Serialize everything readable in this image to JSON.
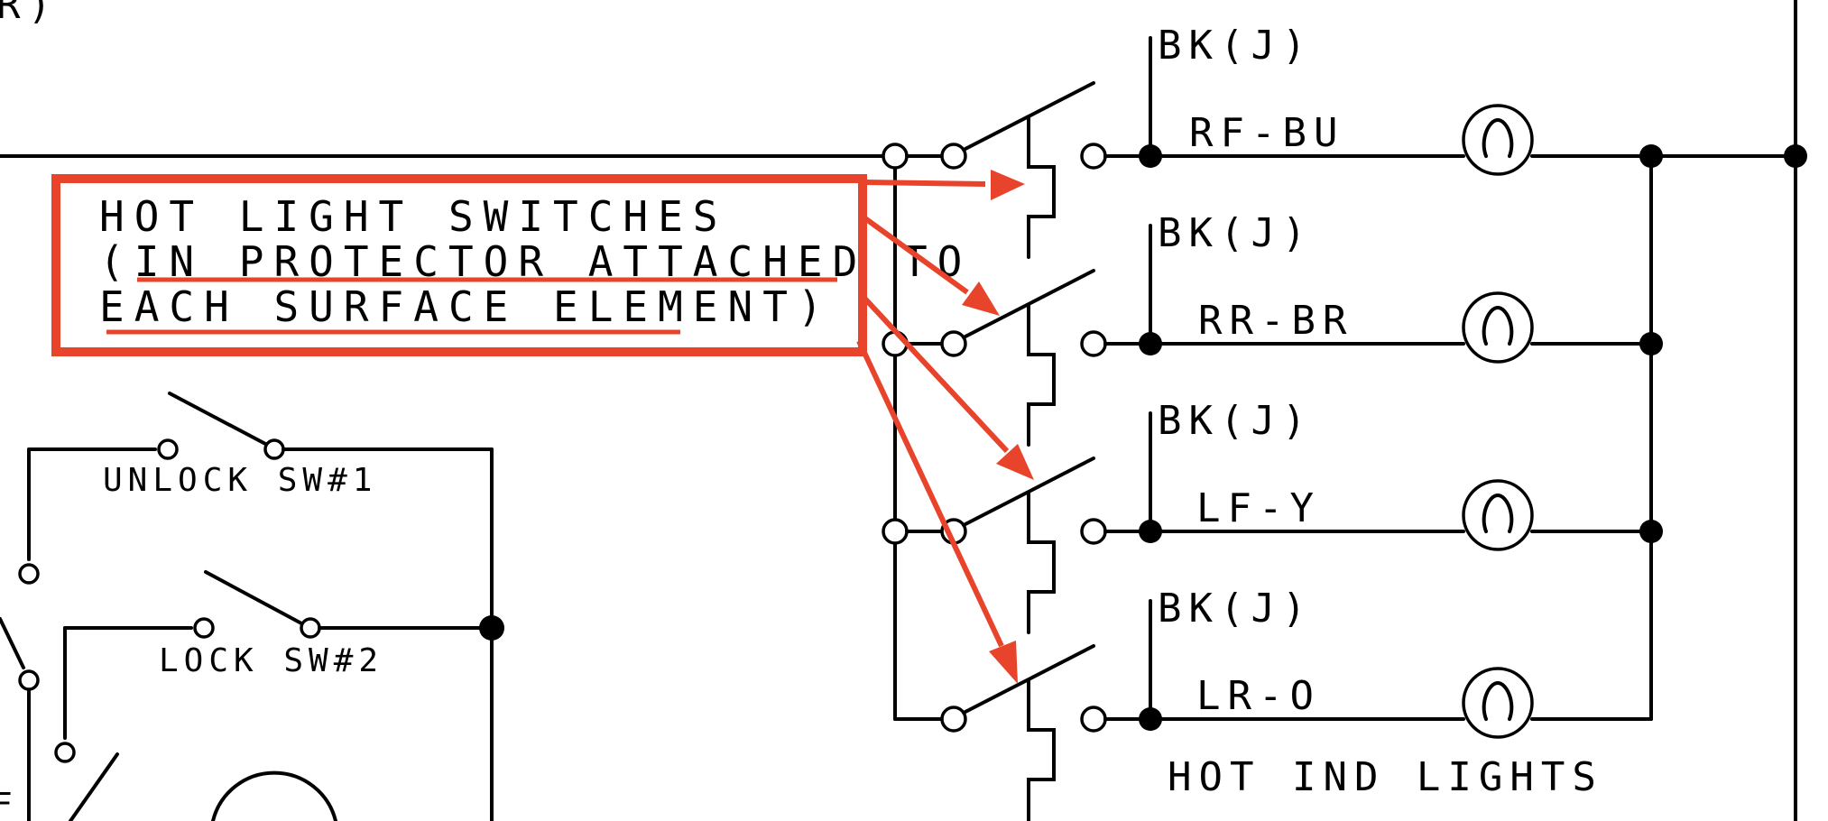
{
  "corner_fragment": "R)",
  "annotation": {
    "line1": "HOT LIGHT SWITCHES",
    "line2": "(IN PROTECTOR ATTACHED TO",
    "line3": "EACH SURFACE ELEMENT)",
    "color": "#e8432b"
  },
  "lights": [
    {
      "tap": "BK(J)",
      "label": "RF-BU"
    },
    {
      "tap": "BK(J)",
      "label": "RR-BR"
    },
    {
      "tap": "BK(J)",
      "label": "LF-Y"
    },
    {
      "tap": "BK(J)",
      "label": "LR-O"
    }
  ],
  "lights_caption": "HOT IND LIGHTS",
  "switches": {
    "unlock": "UNLOCK SW#1",
    "lock": "LOCK SW#2"
  },
  "left_fragment": "F"
}
